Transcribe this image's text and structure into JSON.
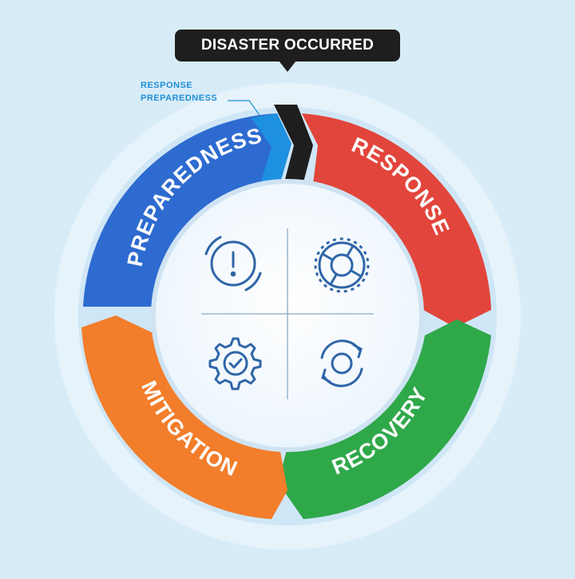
{
  "callout": {
    "text": "DISASTER OCCURRED"
  },
  "transition_label": {
    "line1": "RESPONSE",
    "line2": "PREPAREDNESS"
  },
  "phases": [
    {
      "key": "preparedness",
      "label": "PREPAREDNESS",
      "color": "#2e6bd0",
      "icon": "alert-icon"
    },
    {
      "key": "response",
      "label": "RESPONSE",
      "color": "#e2453b",
      "icon": "lifebuoy-icon"
    },
    {
      "key": "recovery",
      "label": "RECOVERY",
      "color": "#2fa84a",
      "icon": "refresh-icon"
    },
    {
      "key": "mitigation",
      "label": "MITIGATION",
      "color": "#f27d2a",
      "icon": "gear-check-icon"
    }
  ],
  "colors": {
    "background": "#d8ecf8",
    "outer_ring": "#e6f3fb",
    "inner_circle": "#ffffff",
    "icon_stroke": "#2f66a8",
    "divider": "#9bb6cc",
    "transition_arrow": "#1e90e0",
    "callout_bg": "#1e1e1e"
  }
}
